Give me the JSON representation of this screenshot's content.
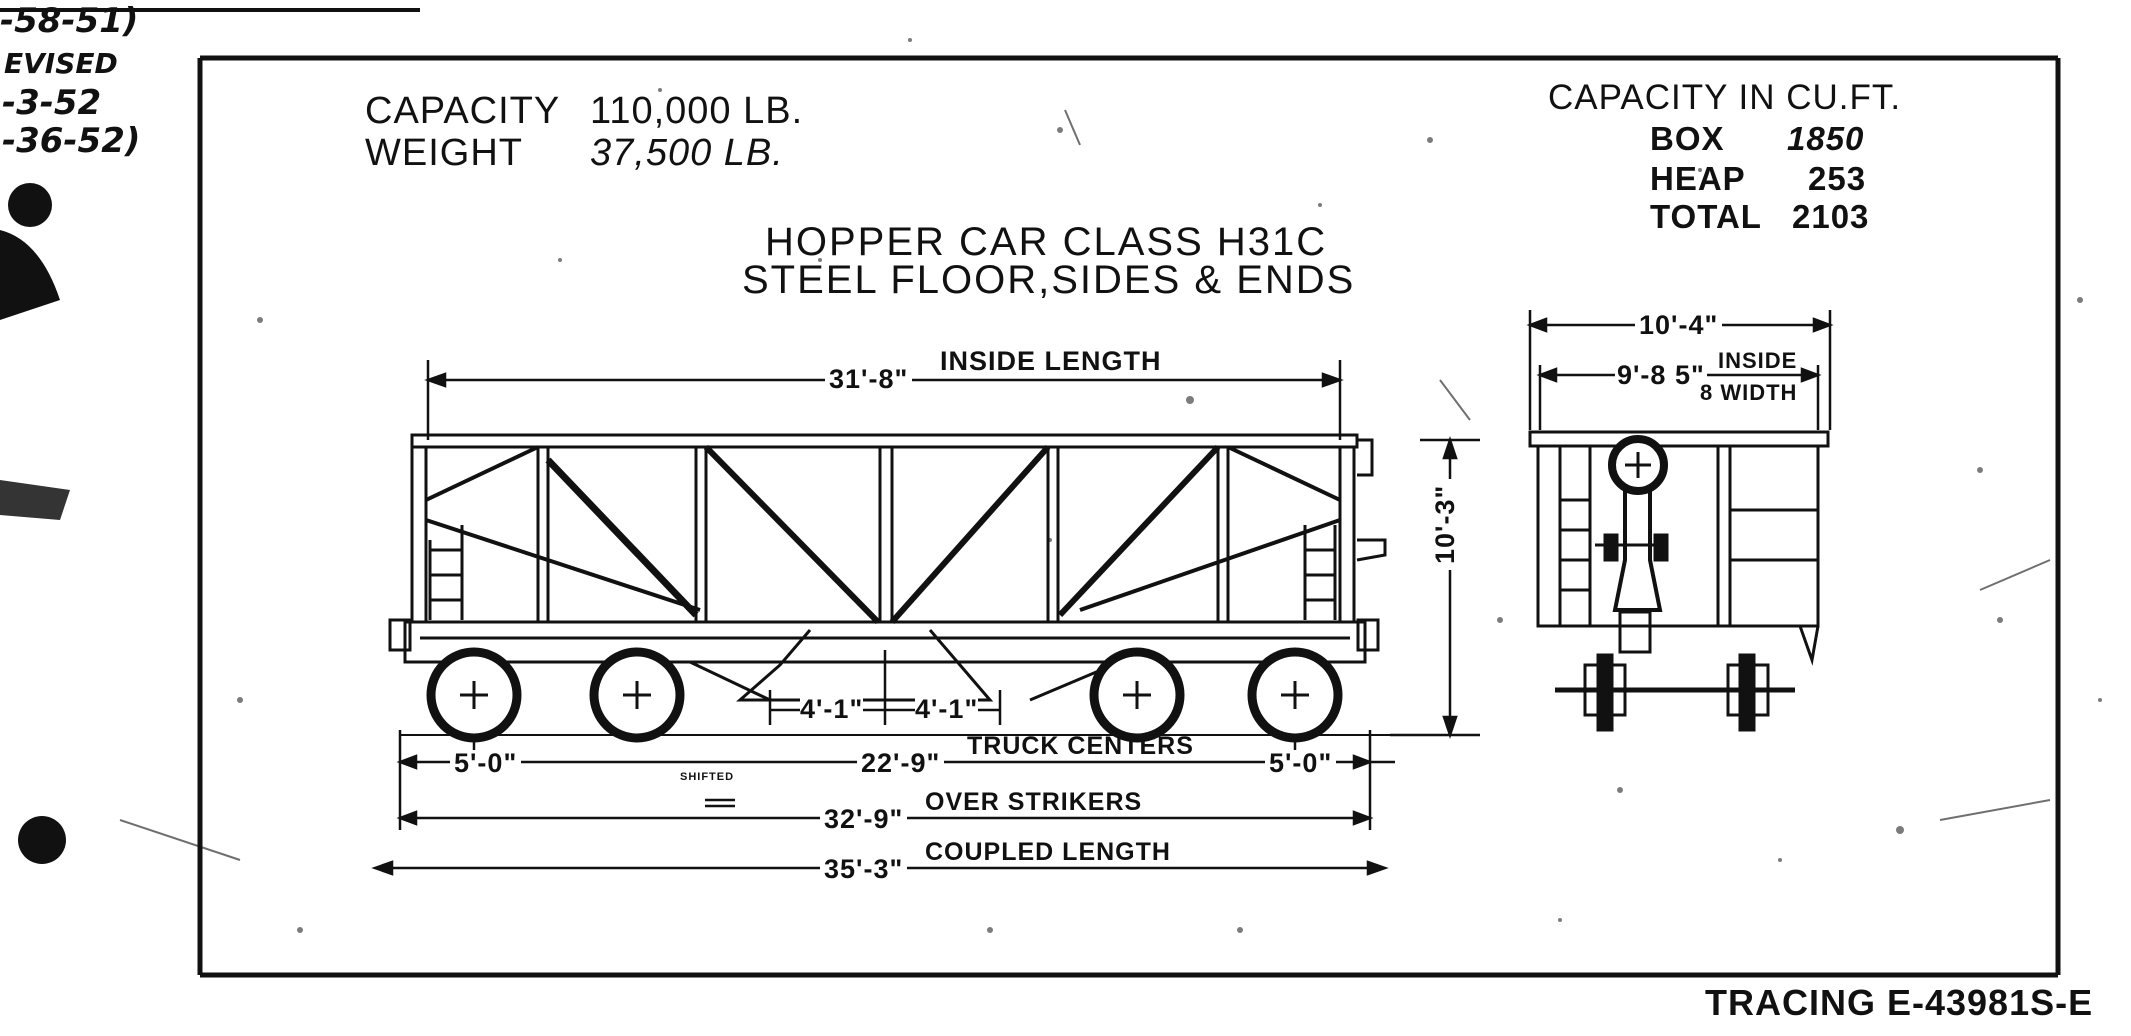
{
  "revision_notes": {
    "line1": "-58-51)",
    "line2": "EVISED",
    "line3": "-3-52",
    "line4": "-36-52)"
  },
  "capacity": {
    "label": "CAPACITY",
    "value": "110,000 LB."
  },
  "weight": {
    "label": "WEIGHT",
    "value": "37,500 LB."
  },
  "cubic_capacity": {
    "heading": "CAPACITY IN CU.FT.",
    "rows": [
      {
        "label": "BOX",
        "value": "1850"
      },
      {
        "label": "HEAP",
        "value": "253"
      },
      {
        "label": "TOTAL",
        "value": "2103"
      }
    ]
  },
  "title": {
    "line1": "HOPPER CAR CLASS H31C",
    "line2": "STEEL FLOOR,SIDES & ENDS"
  },
  "side_view_dims": {
    "inside_length": {
      "value": "31'-8\"",
      "label": "INSIDE LENGTH"
    },
    "height": "10'-3\"",
    "hopper_left": "4'-1\"",
    "hopper_right": "4'-1\"",
    "end_left": "5'-0\"",
    "end_right": "5'-0\"",
    "truck_centers": {
      "value": "22'-9\"",
      "label": "TRUCK CENTERS"
    },
    "over_strikers": {
      "value": "32'-9\"",
      "label": "OVER STRIKERS"
    },
    "coupled_length": {
      "value": "35'-3\"",
      "label": "COUPLED LENGTH"
    },
    "small_note": "SHIFTED"
  },
  "end_view_dims": {
    "overall_width": "10'-4\"",
    "inside_width_value": "9'-8 5\"",
    "inside_label_1": "INSIDE",
    "inside_label_2": "8 WIDTH"
  },
  "tracing": "TRACING E-43981S-E"
}
